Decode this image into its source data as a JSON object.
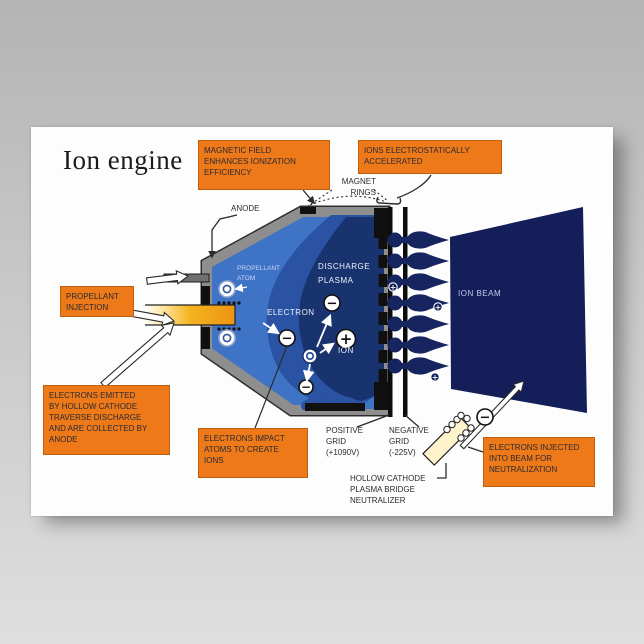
{
  "title": "Ion engine",
  "callouts": {
    "magnetic_field": "MAGNETIC FIELD\nENHANCES IONIZATION\nEFFICIENCY",
    "ions_accelerated": "IONS ELECTROSTATICALLY\nACCELERATED",
    "propellant_injection": "PROPELLANT\nINJECTION",
    "electrons_emitted": "ELECTRONS EMITTED\nBY HOLLOW CATHODE\nTRAVERSE DISCHARGE\nAND ARE COLLECTED BY\nANODE",
    "electrons_impact": "ELECTRONS IMPACT\nATOMS TO CREATE\nIONS",
    "electrons_injected": "ELECTRONS INJECTED\nINTO BEAM FOR\nNEUTRALIZATION"
  },
  "labels": {
    "anode": "ANODE",
    "magnet_rings": "MAGNET\nRINGS",
    "propellant_atom": "PROPELLANT\nATOM",
    "discharge_plasma": "DISCHARGE\nPLASMA",
    "electron": "ELECTRON",
    "ion": "ION",
    "ion_beam": "ION BEAM",
    "positive_grid": "POSITIVE\nGRID\n(+1090V)",
    "negative_grid": "NEGATIVE\nGRID\n(-225V)",
    "neutralizer": "HOLLOW CATHODE\nPLASMA BRIDGE\nNEUTRALIZER"
  },
  "symbols": {
    "plus": "+",
    "minus": "−"
  },
  "colors": {
    "callout_orange": "#EE7918",
    "chamber_blue": "#3E73C6",
    "plasma_mid_blue": "#2A53A4",
    "plasma_core_navy": "#19336F",
    "ion_beam_navy": "#141F5A",
    "cathode_orange": "#F2A71E",
    "casing_gray": "#8E8E8E"
  }
}
